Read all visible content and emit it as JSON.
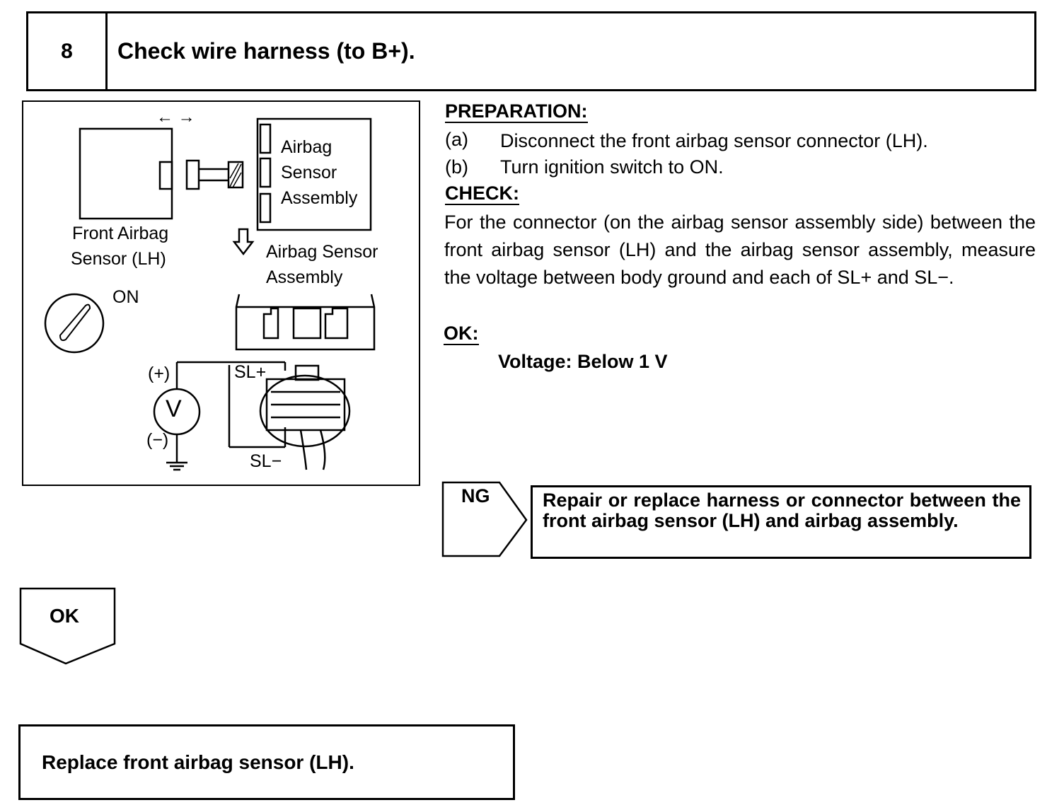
{
  "step": {
    "number": "8",
    "title": "Check wire harness (to B+)."
  },
  "diagram": {
    "arrows": "← →",
    "box_label_line1": "Airbag",
    "box_label_line2": "Sensor",
    "box_label_line3": "Assembly",
    "front_sensor_line1": "Front Airbag",
    "front_sensor_line2": "Sensor (LH)",
    "assembly_line1": "Airbag Sensor",
    "assembly_line2": "Assembly",
    "ignition_label": "ON",
    "meter_symbol": "V",
    "plus_label": "(+)",
    "minus_label": "(−)",
    "sl_plus": "SL+",
    "sl_minus": "SL−"
  },
  "preparation": {
    "heading": "PREPARATION:",
    "a_marker": "(a)",
    "a_text": "Disconnect the front airbag sensor connector (LH).",
    "b_marker": "(b)",
    "b_text": "Turn ignition switch to ON."
  },
  "check": {
    "heading": "CHECK:",
    "text": "For the connector (on the airbag sensor assembly side) between the front airbag sensor (LH) and the airbag sensor assembly, measure the voltage between body ground and each of SL+ and SL−."
  },
  "ok_spec": {
    "heading": "OK:",
    "value": "Voltage: Below 1 V"
  },
  "ng": {
    "label": "NG",
    "action": "Repair or replace harness or connector between the front airbag sensor (LH) and airbag assembly."
  },
  "ok_branch": {
    "label": "OK"
  },
  "result": {
    "text": "Replace front airbag sensor (LH)."
  }
}
